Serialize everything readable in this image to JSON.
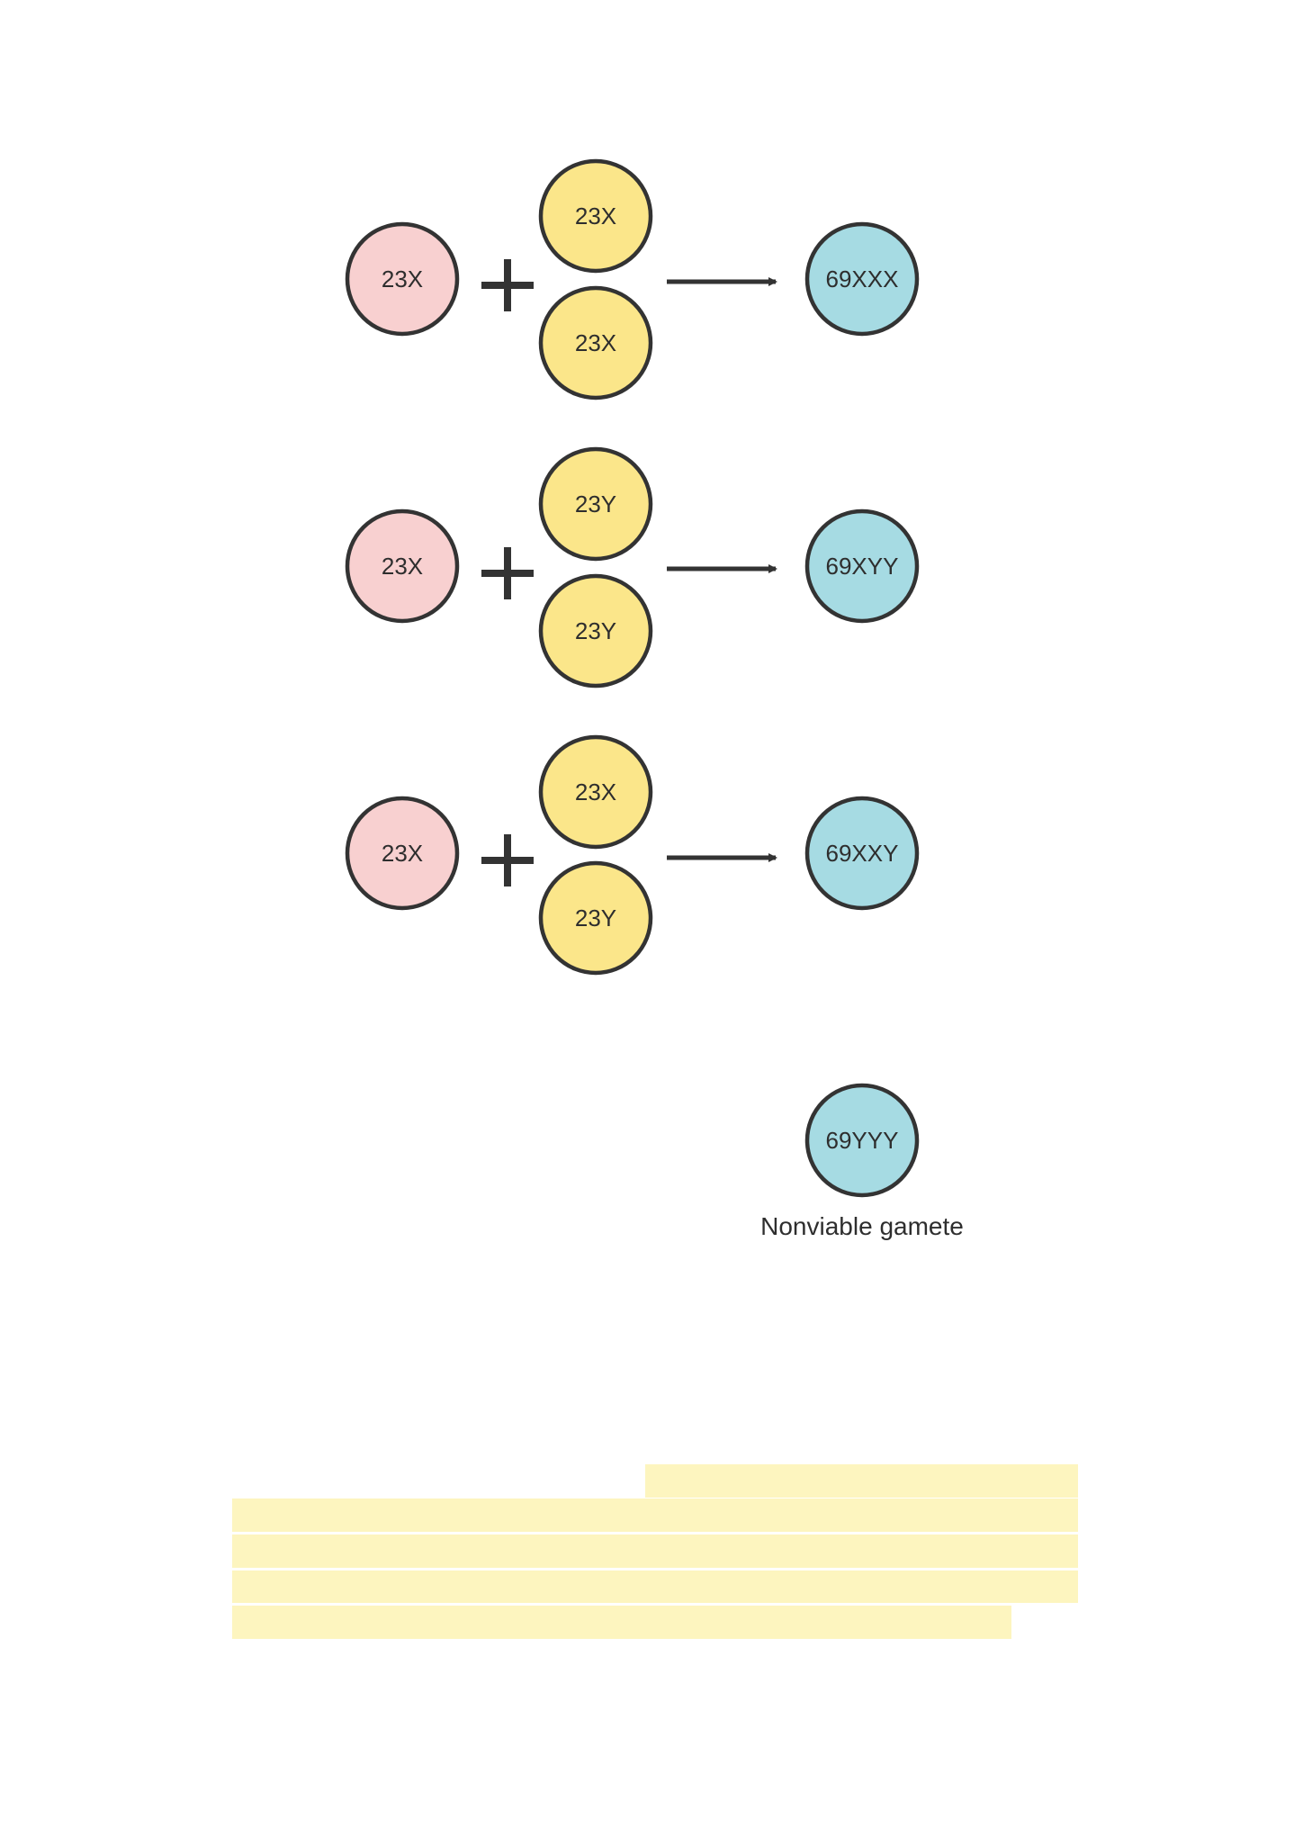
{
  "colors": {
    "maternal": "#f8d0d0",
    "paternal": "#fbe68a",
    "zygote": "#a6dbe3",
    "stroke": "#333333",
    "highlight": "#fdf5bf"
  },
  "rows": [
    {
      "egg": "23X",
      "sperm_top": "23X",
      "sperm_bottom": "23X",
      "result": "69XXX"
    },
    {
      "egg": "23X",
      "sperm_top": "23Y",
      "sperm_bottom": "23Y",
      "result": "69XYY"
    },
    {
      "egg": "23X",
      "sperm_top": "23X",
      "sperm_bottom": "23Y",
      "result": "69XXY"
    }
  ],
  "nonviable": {
    "result": "69YYY",
    "caption": "Nonviable gamete"
  }
}
